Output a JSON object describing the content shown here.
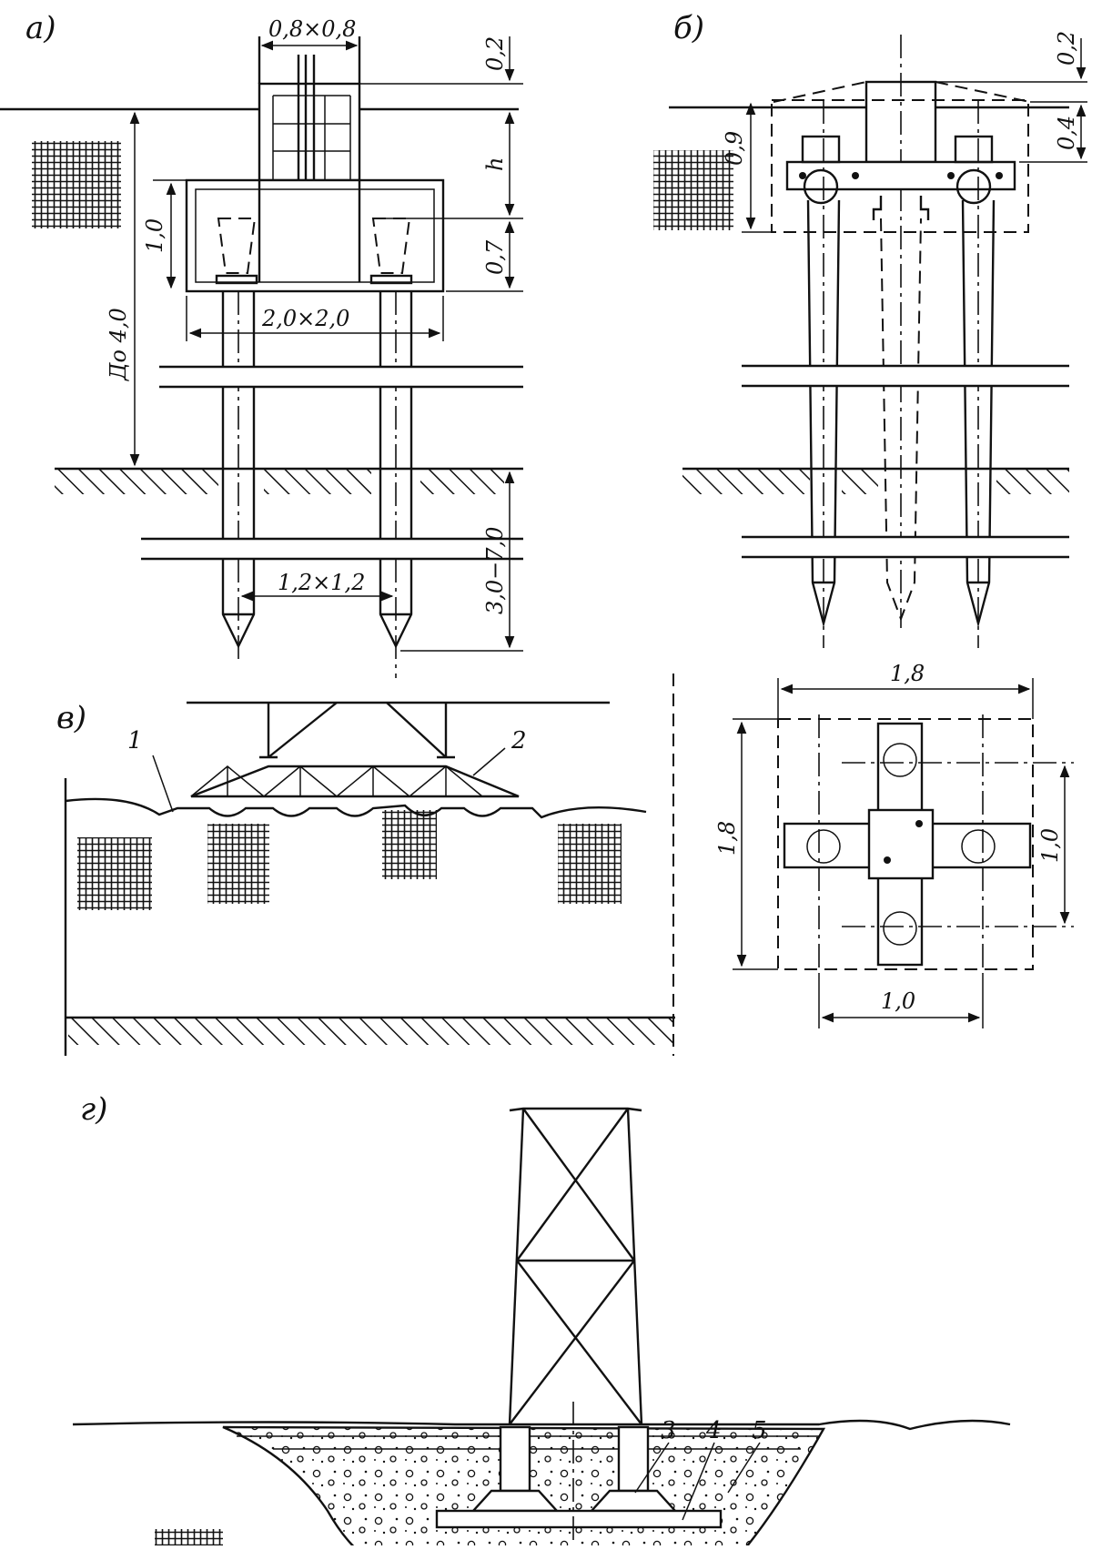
{
  "panels": {
    "a": {
      "label": "а)",
      "dims": {
        "top_section": "0,8×0,8",
        "cap_offset": "0,2",
        "column_height": "h",
        "grillage_height": "1,0",
        "embed_depth": "0,7",
        "grillage_plan": "2,0×2,0",
        "height_above_ground": "До 4,0",
        "pile_depth": "3,0−7,0",
        "pile_spacing": "1,2×1,2"
      }
    },
    "b": {
      "label": "б)",
      "dims": {
        "cap_offset": "0,2",
        "frame_height": "0,9",
        "beam_height": "0,4",
        "plan_width": "1,8",
        "plan_height": "1,8",
        "inner_height": "1,0",
        "inner_width": "1,0"
      }
    },
    "v": {
      "label": "в)",
      "callouts": [
        "1",
        "2"
      ]
    },
    "g": {
      "label": "г)",
      "callouts": [
        "3",
        "4",
        "5"
      ]
    }
  },
  "colors": {
    "ink": "#111111",
    "paper": "#ffffff"
  }
}
